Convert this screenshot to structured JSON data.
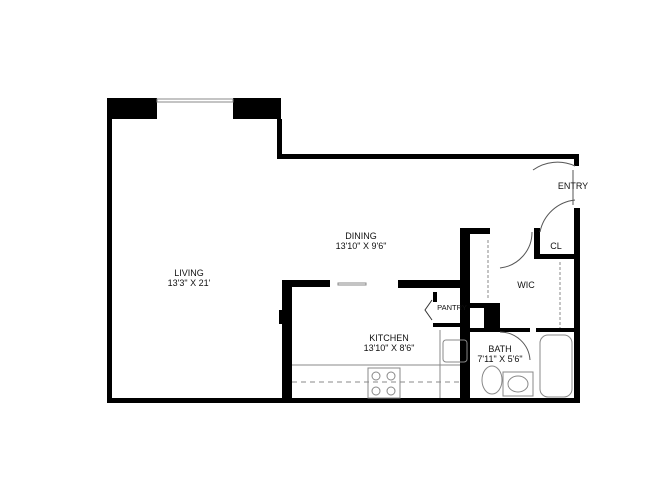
{
  "rooms": [
    {
      "name": "LIVING",
      "size": "13'3\" X 21'"
    },
    {
      "name": "DINING",
      "size": "13'10\" X 9'6\""
    },
    {
      "name": "KITCHEN",
      "size": "13'10\" X 8'6\""
    },
    {
      "name": "BATH",
      "size": "7'11\" X 5'6\""
    },
    {
      "name": "WIC"
    },
    {
      "name": "CL"
    },
    {
      "name": "ENTRY"
    },
    {
      "name": "PANTRY"
    }
  ]
}
